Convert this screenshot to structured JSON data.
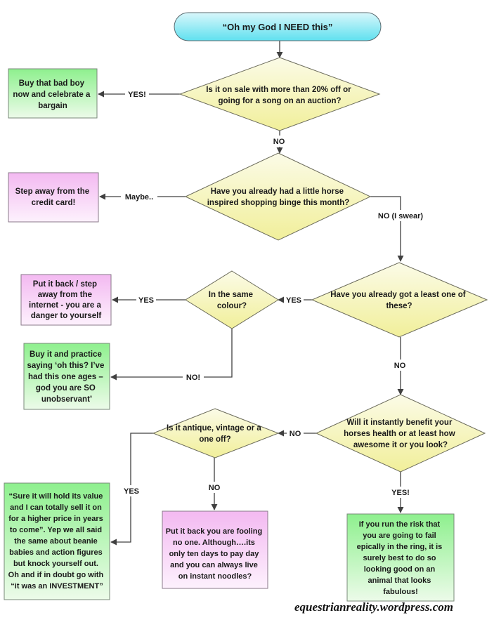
{
  "start": "“Oh my God I NEED this”",
  "questions": {
    "q1": [
      "Is it on sale with more than 20% off or",
      "going for a song on an auction?"
    ],
    "q2": [
      "Have you already had a little horse",
      "inspired shopping binge this month?"
    ],
    "q3": [
      "Have you already got a least one of",
      "these?"
    ],
    "q4": [
      "In the same",
      "colour?"
    ],
    "q5": [
      "Will it instantly benefit your",
      "horses health or at least how",
      "awesome it or you look?"
    ],
    "q6": [
      "Is it antique, vintage or a",
      "one off?"
    ]
  },
  "outcomes": {
    "buy_bargain": [
      "Buy that bad boy",
      "now and celebrate a",
      "bargain"
    ],
    "step_away_card": [
      "Step away from the",
      "credit card!"
    ],
    "put_back_internet": [
      "Put it back / step",
      "away from the",
      "internet -  you are a",
      "danger to yourself"
    ],
    "oh_this": [
      "Buy it and practice",
      "saying ‘oh this? I’ve",
      "had this one ages –",
      "god you are SO",
      "unobservant’"
    ],
    "investment": [
      "“Sure it will hold its value",
      "and I can totally sell it on",
      "for a higher price in years",
      "to come”. Yep we all said",
      "the same about beanie",
      "babies and action figures",
      "but knock yourself out.",
      "Oh and if in doubt go with",
      "“it was an INVESTMENT”"
    ],
    "fooling": [
      "Put it back you are fooling",
      "no one. Although….its",
      "only ten days to pay day",
      "and you can always live",
      "on instant noodles?"
    ],
    "fabulous": [
      "If you run the risk that",
      "you are going to fail",
      "epically in the ring, it is",
      "surely best to do so",
      "looking good on an",
      "animal that looks",
      "fabulous!"
    ]
  },
  "edge_labels": {
    "q1_yes": "YES!",
    "q1_no": "NO",
    "q2_maybe": "Maybe..",
    "q2_no": "NO (I swear)",
    "q3_yes": "YES",
    "q3_no": "NO",
    "q4_yes": "YES",
    "q4_no": "NO!",
    "q5_no": "NO",
    "q5_yes": "YES!",
    "q6_yes": "YES",
    "q6_no": "NO"
  },
  "footer": "equestrianreality.wordpress.com",
  "colors": {
    "start_top": "#d9f7fb",
    "start_bottom": "#5fe0ef",
    "decision_top": "#fbfbe7",
    "decision_bottom": "#f1ef9a",
    "green_top": "#8ef08e",
    "green_bottom": "#ecfbe9",
    "pink_top": "#f3b9f1",
    "pink_bottom": "#fdf1fd",
    "line": "#404040"
  }
}
